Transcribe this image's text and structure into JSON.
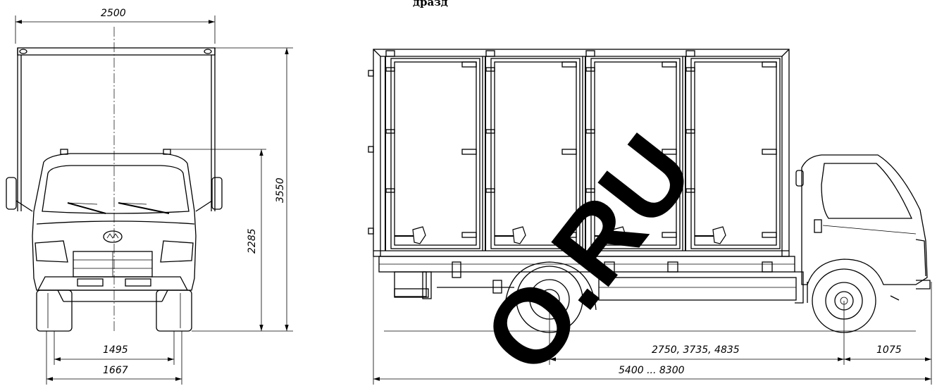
{
  "header": {
    "partial_title": "дразд"
  },
  "dimensions": {
    "overall_width": "2500",
    "overall_height": "3550",
    "cab_height": "2285",
    "front_track": "1495",
    "rear_track": "1667",
    "wheelbase": "2750, 3735, 4835",
    "front_overhang": "1075",
    "overall_length": "5400 ... 8300"
  },
  "watermark": {
    "text": "O.RU"
  },
  "colors": {
    "line": "#000000",
    "background": "#ffffff"
  }
}
